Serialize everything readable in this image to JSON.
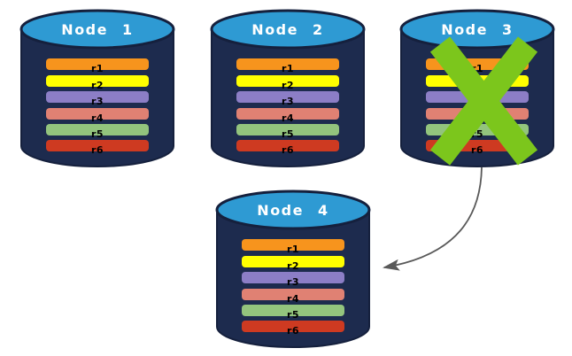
{
  "diagram": {
    "description": "Database replication failover diagram",
    "failed_node": "Node 3",
    "failover_target": "Node 4"
  },
  "nodes": [
    {
      "title": "Node 1"
    },
    {
      "title": "Node 2"
    },
    {
      "title": "Node 3"
    },
    {
      "title": "Node 4"
    }
  ],
  "rows": [
    {
      "label": "r1",
      "color": "#F7941D"
    },
    {
      "label": "r2",
      "color": "#FFFF00"
    },
    {
      "label": "r3",
      "color": "#8C7EC6"
    },
    {
      "label": "r4",
      "color": "#E08173"
    },
    {
      "label": "r5",
      "color": "#93C47D"
    },
    {
      "label": "r6",
      "color": "#CE3A21"
    }
  ],
  "colors": {
    "cylinder_body": "#1D2B4E",
    "cylinder_top": "#2E9AD3",
    "cylinder_outline": "#15203D",
    "failure_x": "#7CC61C",
    "arrow": "#595959",
    "title_text": "#FFFFFF",
    "row_text": "#000000",
    "background": "#FFFFFF"
  }
}
